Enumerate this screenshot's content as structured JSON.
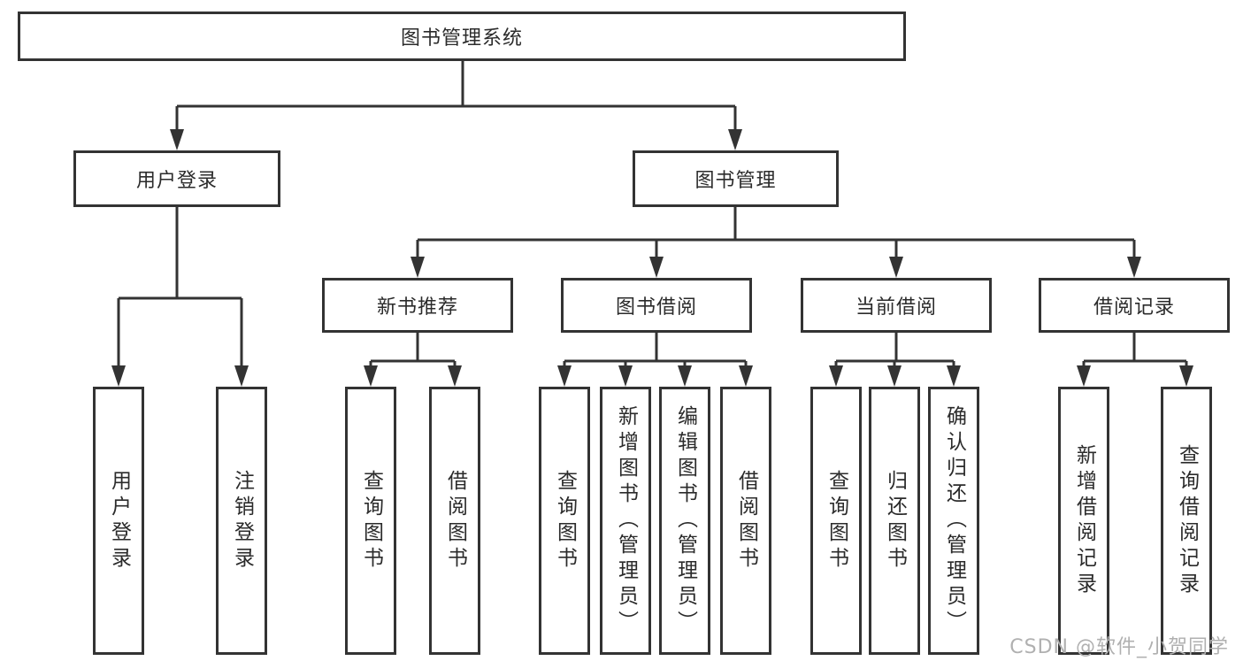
{
  "diagram": {
    "tree": {
      "root": {
        "label": "图书管理系统",
        "children": [
          {
            "label": "用户登录",
            "children": [
              {
                "label": "用户登录"
              },
              {
                "label": "注销登录"
              }
            ]
          },
          {
            "label": "图书管理",
            "children": [
              {
                "label": "新书推荐",
                "children": [
                  {
                    "label": "查询图书"
                  },
                  {
                    "label": "借阅图书"
                  }
                ]
              },
              {
                "label": "图书借阅",
                "children": [
                  {
                    "label": "查询图书"
                  },
                  {
                    "label": "新增图书（管理员）"
                  },
                  {
                    "label": "编辑图书（管理员）"
                  },
                  {
                    "label": "借阅图书"
                  }
                ]
              },
              {
                "label": "当前借阅",
                "children": [
                  {
                    "label": "查询图书"
                  },
                  {
                    "label": "归还图书"
                  },
                  {
                    "label": "确认归还（管理员）"
                  }
                ]
              },
              {
                "label": "借阅记录",
                "children": [
                  {
                    "label": "新增借阅记录"
                  },
                  {
                    "label": "查询借阅记录"
                  }
                ]
              }
            ]
          }
        ]
      }
    }
  },
  "watermark": {
    "text": "CSDN @软件_小贺同学"
  },
  "colors": {
    "line": "#333333",
    "text": "#2b2b2b",
    "watermark": "#b0b0b0",
    "background": "#ffffff"
  }
}
